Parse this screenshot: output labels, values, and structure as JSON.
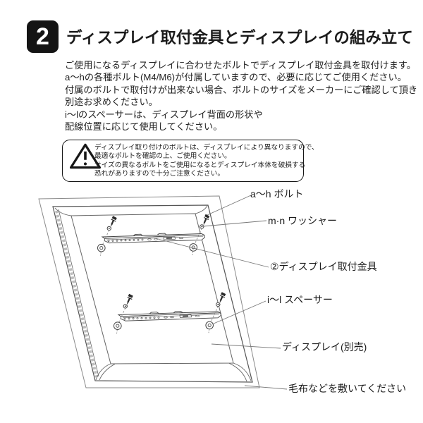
{
  "header": {
    "step_number": "2",
    "title": "ディスプレイ取付金具とディスプレイの組み立て"
  },
  "intro": {
    "lines": [
      "ご使用になるディスプレイに合わせたボルトでディスプレイ取付金具を取付けます。",
      "a〜hの各種ボルト(M4/M6)が付属していますので、必要に応じてご使用ください。",
      "付属のボルトで取付けが出来ない場合、ボルトのサイズをメーカーにご確認して頂き",
      "別途お求めください。",
      "i〜lのスペーサーは、ディスプレイ背面の形状や",
      "配線位置に応じて使用してください。"
    ]
  },
  "warning": {
    "lines": [
      "ディスプレイ取り付けのボルトは、ディスプレイにより異なりますので、",
      "最適なボルトを確認の上、ご使用ください。",
      "サイズの異なるボルトをご使用になるとディスプレイ本体を破損する",
      "恐れがありますので十分ご注意ください。"
    ]
  },
  "diagram": {
    "labels": {
      "bolt": "a〜h ボルト",
      "washer": "m·n ワッシャー",
      "bracket": "②ディスプレイ取付金具",
      "spacer": "i〜l スペーサー",
      "display": "ディスプレイ(別売)",
      "blanket": "毛布などを敷いてください"
    }
  },
  "colors": {
    "ink": "#141414",
    "drawing_line": "#666666",
    "leader_line": "#777777"
  }
}
